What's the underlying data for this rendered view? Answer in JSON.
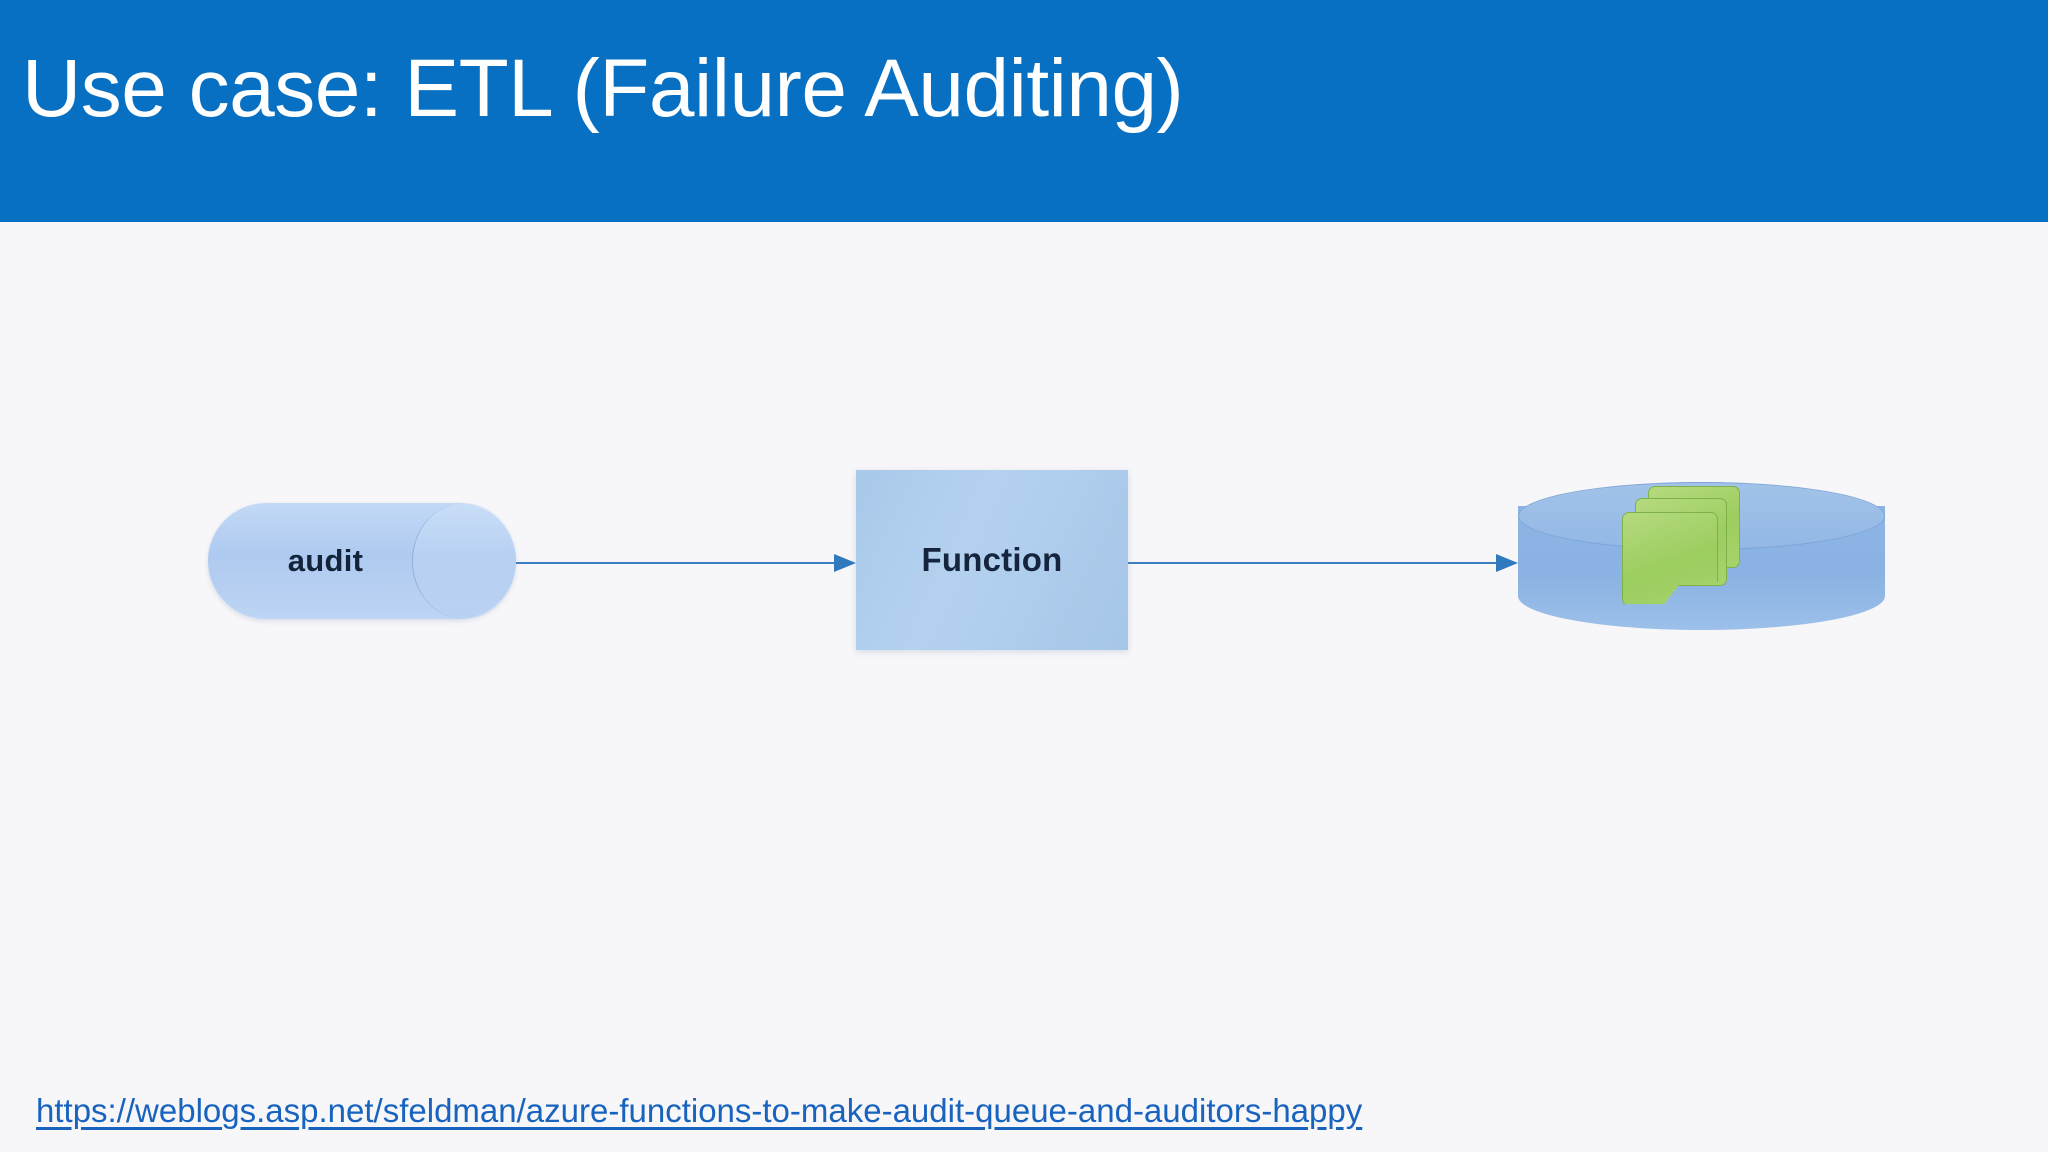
{
  "slide": {
    "background_color": "#f7f6f9",
    "title_band_color": "#0770c2",
    "title": "Use case: ETL (Failure Auditing)"
  },
  "diagram": {
    "type": "flow",
    "nodes": [
      {
        "id": "queue",
        "label": "audit",
        "shape": "queue-capsule",
        "fill_color": "#aecaf0"
      },
      {
        "id": "function",
        "label": "Function",
        "shape": "rectangle",
        "fill_color": "#a9c9ea"
      },
      {
        "id": "database",
        "label": "",
        "shape": "cylinder-with-documents",
        "fill_color": "#8cb4e4",
        "document_color": "#9ccd5f"
      }
    ],
    "edges": [
      {
        "id": "edge-1",
        "from": "queue",
        "to": "function",
        "color": "#3c7fc2"
      },
      {
        "id": "edge-2",
        "from": "function",
        "to": "database",
        "color": "#3c7fc2"
      }
    ]
  },
  "footer": {
    "source_url": "https://weblogs.asp.net/sfeldman/azure-functions-to-make-audit-queue-and-auditors-happy",
    "link_color": "#1763bd"
  }
}
